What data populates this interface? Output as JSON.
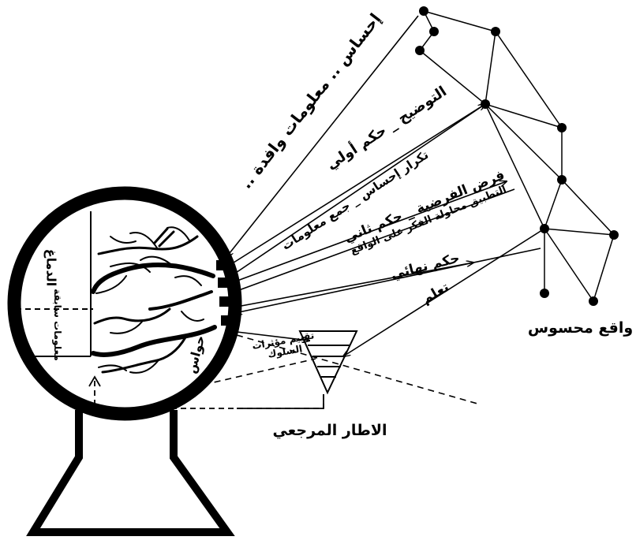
{
  "labels": {
    "perception_incoming": "إحساس .. معلومات وافدة ..",
    "clarification_first_judgment": "التوضيح _ حكم أولي",
    "repeat_sensation": "تكرار إحساس _ جمع معلومات",
    "hypothesis_second_judgment": "فرض الفرضية _ حكم ثاني",
    "apply_verify": "التطبيق محاولة الفكر على الواقع",
    "final_judgment": "حكم نهائي",
    "learning": "تعلم",
    "evaluate_behavior_effects": "تقييم مؤثرات السلوك",
    "sensed_reality": "واقع محسوس",
    "reference_frame": "الاطار المرجعي",
    "senses": "حواس",
    "brain": "الدماغ",
    "prior_information": "معلومات سابقة"
  },
  "colors": {
    "ink": "#000000",
    "paper": "#ffffff"
  }
}
